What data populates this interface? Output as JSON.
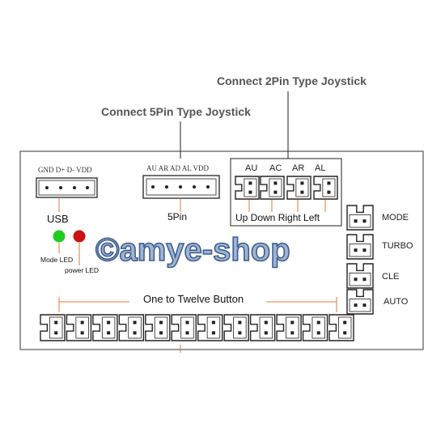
{
  "callouts": {
    "two_pin": "Connect 2Pin Type Joystick",
    "five_pin": "Connect 5Pin Type Joystick"
  },
  "usb": {
    "pin_labels": "GND D+ D- VDD",
    "label": "USB"
  },
  "five_pin": {
    "pin_labels": "AU AR AD AL VDD",
    "label": "5Pin"
  },
  "two_pin": {
    "headers": [
      "AU",
      "AC",
      "AR",
      "AL"
    ],
    "directions": "Up Down Right Left"
  },
  "leds": {
    "mode_label": "Mode LED",
    "power_label": "power LED",
    "mode_color": "#22cc22",
    "power_color": "#cc1111"
  },
  "side_buttons": [
    "MODE",
    "TURBO",
    "CLE",
    "AUTO"
  ],
  "buttons": {
    "label": "One to Twelve Button",
    "count": 12
  },
  "watermark": "©amye-shop",
  "colors": {
    "leader": "#e07a30",
    "outline": "#222222",
    "board_border": "#555555",
    "watermark_fill": "#8fa6c8",
    "watermark_stroke": "#3e5f93"
  }
}
